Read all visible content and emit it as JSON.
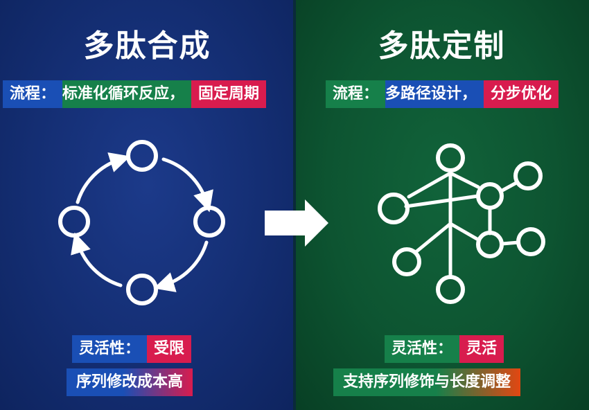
{
  "left": {
    "title": "多肽合成",
    "process": {
      "label": "流程：",
      "desc": "标准化循环反应，",
      "highlight": "固定周期"
    },
    "flex": {
      "label": "灵活性：",
      "value": "受限"
    },
    "note": "序列修改成本高"
  },
  "right": {
    "title": "多肽定制",
    "process": {
      "label": "流程：",
      "desc": "多路径设计，",
      "highlight": "分步优化"
    },
    "flex": {
      "label": "灵活性：",
      "value": "灵活"
    },
    "note": "支持序列修饰与长度调整"
  },
  "colors": {
    "left_bg": "#142e73",
    "right_bg": "#0d5431",
    "blue_tag": "#1a4fb5",
    "green_tag": "#16804a",
    "red_tag": "#d81c4e",
    "orange_tag": "#e04414"
  },
  "icons": {
    "left": "cycle-icon",
    "center": "right-arrow-icon",
    "right": "branching-network-icon"
  }
}
